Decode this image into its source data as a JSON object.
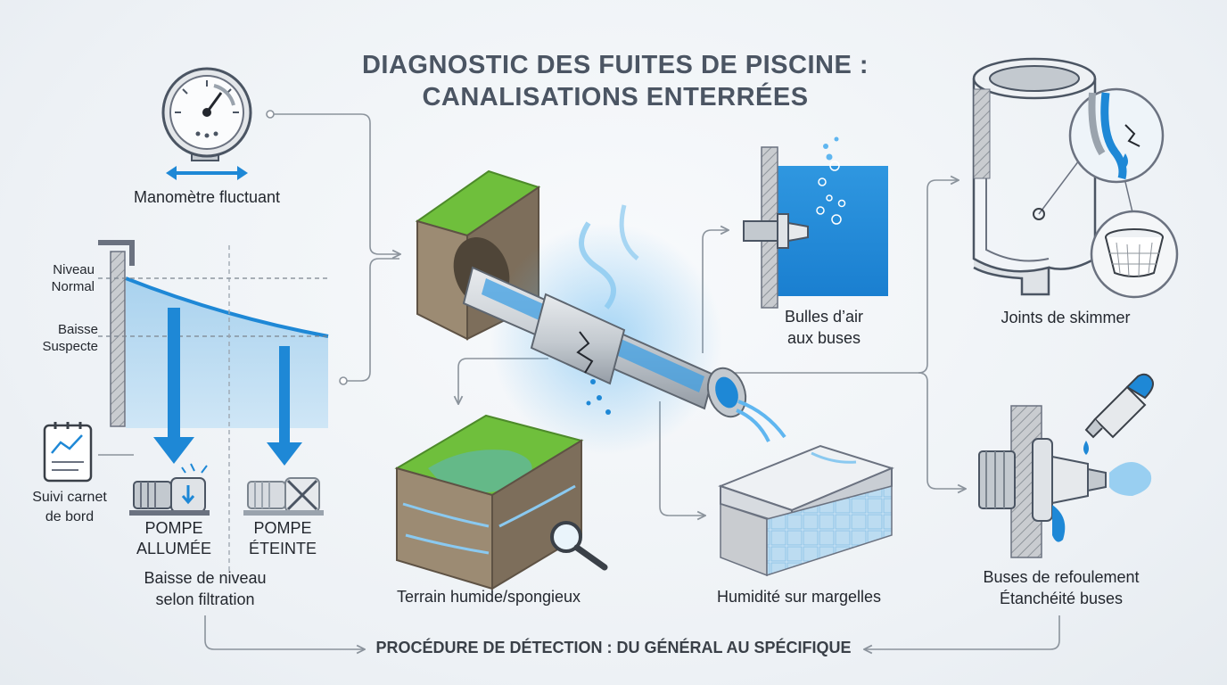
{
  "title": {
    "line1": "DIAGNOSTIC DES FUITES DE PISCINE :",
    "line2": "CANALISATIONS ENTERRÉES"
  },
  "labels": {
    "manometre": "Manomètre fluctuant",
    "niveau_normal_1": "Niveau",
    "niveau_normal_2": "Normal",
    "baisse_suspecte_1": "Baisse",
    "baisse_suspecte_2": "Suspecte",
    "carnet_1": "Suivi carnet",
    "carnet_2": "de bord",
    "pompe_allumee_1": "POMPE",
    "pompe_allumee_2": "ALLUMÉE",
    "pompe_eteinte_1": "POMPE",
    "pompe_eteinte_2": "ÉTEINTE",
    "baisse_niveau_1": "Baisse de niveau",
    "baisse_niveau_2": "selon filtration",
    "terrain": "Terrain humide/spongieux",
    "bulles_1": "Bulles d’air",
    "bulles_2": "aux buses",
    "margelles": "Humidité sur margelles",
    "skimmer": "Joints de skimmer",
    "buses_1": "Buses de refoulement",
    "buses_2": "Étanchéité buses"
  },
  "footer": "PROCÉDURE DE DÉTECTION : DU GÉNÉRAL AU SPÉCIFIQUE",
  "colors": {
    "water": "#1e88d6",
    "water_light": "#b9dcf2",
    "grass": "#6fbf3c",
    "soil": "#8a7a66",
    "pipe": "#c9ced4",
    "line": "#8b939c"
  },
  "icons": [
    "pressure-gauge-icon",
    "logbook-icon",
    "pump-on-icon",
    "pump-off-icon",
    "magnifier-icon",
    "nozzle-icon",
    "skimmer-icon",
    "basket-icon",
    "dropper-icon"
  ]
}
